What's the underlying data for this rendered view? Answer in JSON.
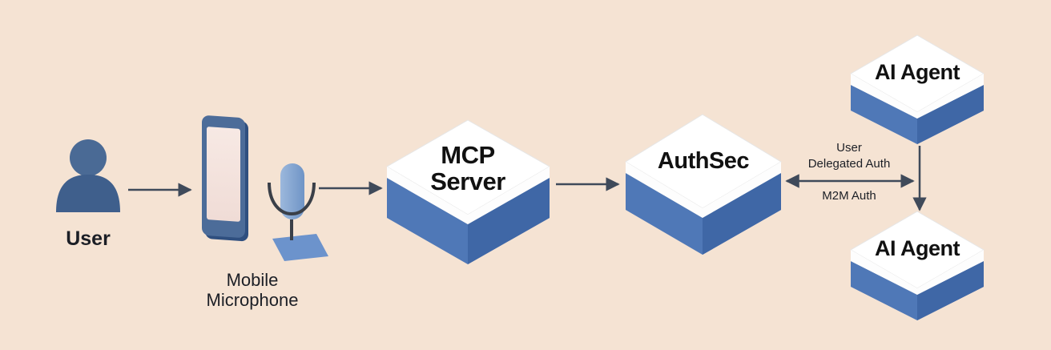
{
  "colors": {
    "background": "#f5e3d3",
    "node_side": "#4f78b7",
    "node_top": "#ffffff",
    "icon_dark": "#3c5f8f",
    "arrow": "#3f4a5a"
  },
  "nodes": {
    "user": {
      "label": "User",
      "icon": "person-icon"
    },
    "device": {
      "label_line1": "Mobile",
      "label_line2": "Microphone",
      "icons": [
        "mobile-phone-icon",
        "microphone-icon"
      ]
    },
    "mcp": {
      "label_line1": "MCP",
      "label_line2": "Server"
    },
    "authsec": {
      "label": "AuthSec"
    },
    "agent_top": {
      "label": "AI Agent"
    },
    "agent_bottom": {
      "label": "AI Agent"
    }
  },
  "edges": {
    "auth_labels": {
      "line1": "User",
      "line2": "Delegated Auth",
      "line3": "M2M Auth"
    }
  }
}
